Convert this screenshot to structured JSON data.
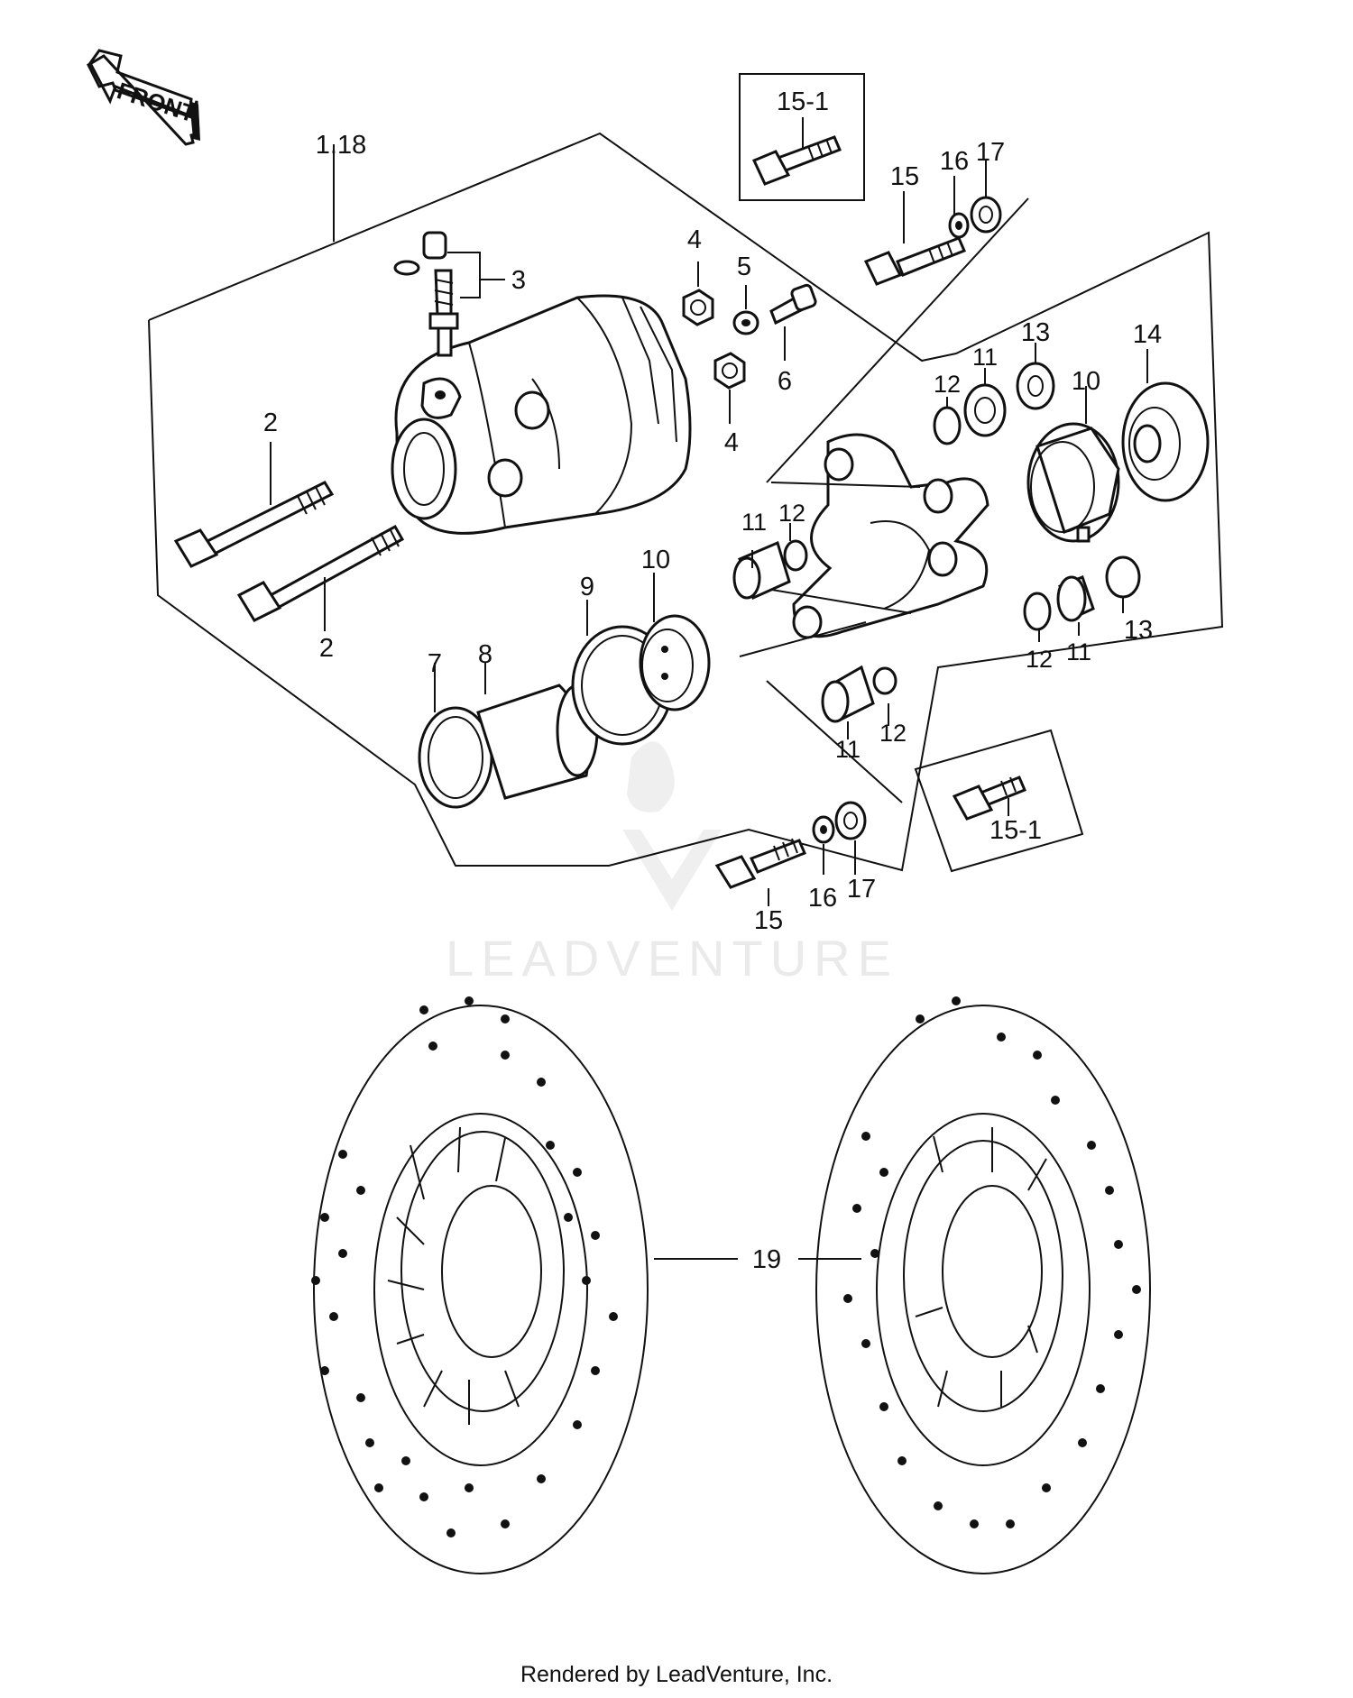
{
  "front_arrow": {
    "text": "FRONT"
  },
  "labels": {
    "l_1_18": "1.18",
    "l_2a": "2",
    "l_2b": "2",
    "l_3": "3",
    "l_4a": "4",
    "l_4b": "4",
    "l_5": "5",
    "l_6": "6",
    "l_7": "7",
    "l_8": "8",
    "l_9": "9",
    "l_10a": "10",
    "l_10b": "10",
    "l_11a": "11",
    "l_11b": "11",
    "l_11c": "11",
    "l_11d": "11",
    "l_12a": "12",
    "l_12b": "12",
    "l_12c": "12",
    "l_12d": "12",
    "l_13a": "13",
    "l_13b": "13",
    "l_14": "14",
    "l_15a": "15",
    "l_15b": "15",
    "l_15_1a": "15-1",
    "l_15_1b": "15-1",
    "l_16a": "16",
    "l_16b": "16",
    "l_17a": "17",
    "l_17b": "17",
    "l_19": "19"
  },
  "watermark": "LEADVENTURE",
  "footer": "Rendered by LeadVenture, Inc."
}
